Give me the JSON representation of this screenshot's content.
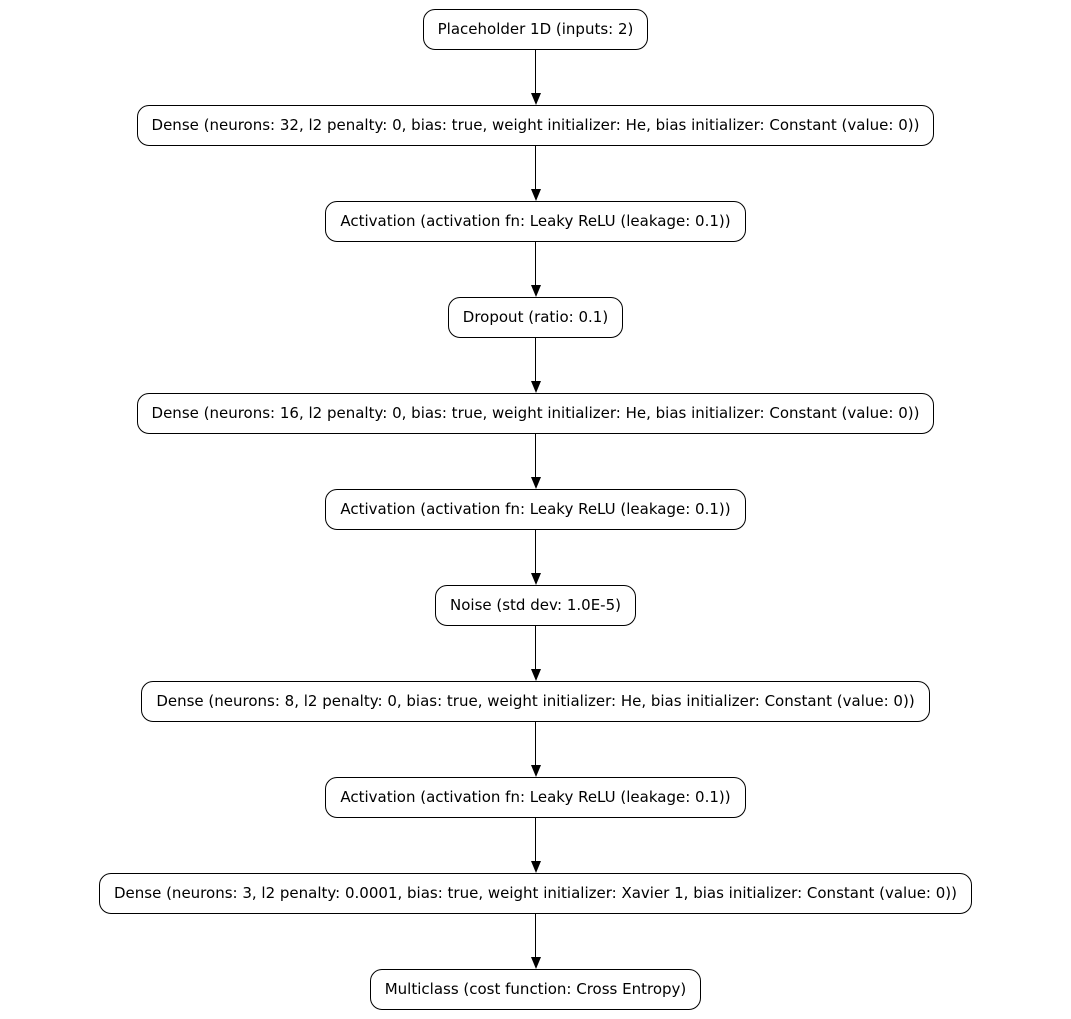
{
  "diagram": {
    "type": "flowchart",
    "direction": "top-down",
    "background_color": "#ffffff",
    "node_fill_color": "#ffffff",
    "node_border_color": "#000000",
    "text_color": "#000000",
    "edge_color": "#000000",
    "nodes": [
      {
        "id": "placeholder",
        "label": "Placeholder 1D (inputs: 2)"
      },
      {
        "id": "dense-32",
        "label": "Dense (neurons: 32, l2 penalty: 0, bias: true, weight initializer: He, bias initializer: Constant (value: 0))"
      },
      {
        "id": "activation-1",
        "label": "Activation (activation fn: Leaky ReLU (leakage: 0.1))"
      },
      {
        "id": "dropout",
        "label": "Dropout (ratio: 0.1)"
      },
      {
        "id": "dense-16",
        "label": "Dense (neurons: 16, l2 penalty: 0, bias: true, weight initializer: He, bias initializer: Constant (value: 0))"
      },
      {
        "id": "activation-2",
        "label": "Activation (activation fn: Leaky ReLU (leakage: 0.1))"
      },
      {
        "id": "noise",
        "label": "Noise (std dev: 1.0E-5)"
      },
      {
        "id": "dense-8",
        "label": "Dense (neurons: 8, l2 penalty: 0, bias: true, weight initializer: He, bias initializer: Constant (value: 0))"
      },
      {
        "id": "activation-3",
        "label": "Activation (activation fn: Leaky ReLU (leakage: 0.1))"
      },
      {
        "id": "dense-3",
        "label": "Dense (neurons: 3, l2 penalty: 0.0001, bias: true, weight initializer: Xavier 1, bias initializer: Constant (value: 0))"
      },
      {
        "id": "multiclass",
        "label": "Multiclass (cost function: Cross Entropy)"
      }
    ],
    "edges": [
      {
        "from": "placeholder",
        "to": "dense-32"
      },
      {
        "from": "dense-32",
        "to": "activation-1"
      },
      {
        "from": "activation-1",
        "to": "dropout"
      },
      {
        "from": "dropout",
        "to": "dense-16"
      },
      {
        "from": "dense-16",
        "to": "activation-2"
      },
      {
        "from": "activation-2",
        "to": "noise"
      },
      {
        "from": "noise",
        "to": "dense-8"
      },
      {
        "from": "dense-8",
        "to": "activation-3"
      },
      {
        "from": "activation-3",
        "to": "dense-3"
      },
      {
        "from": "dense-3",
        "to": "multiclass"
      }
    ]
  }
}
